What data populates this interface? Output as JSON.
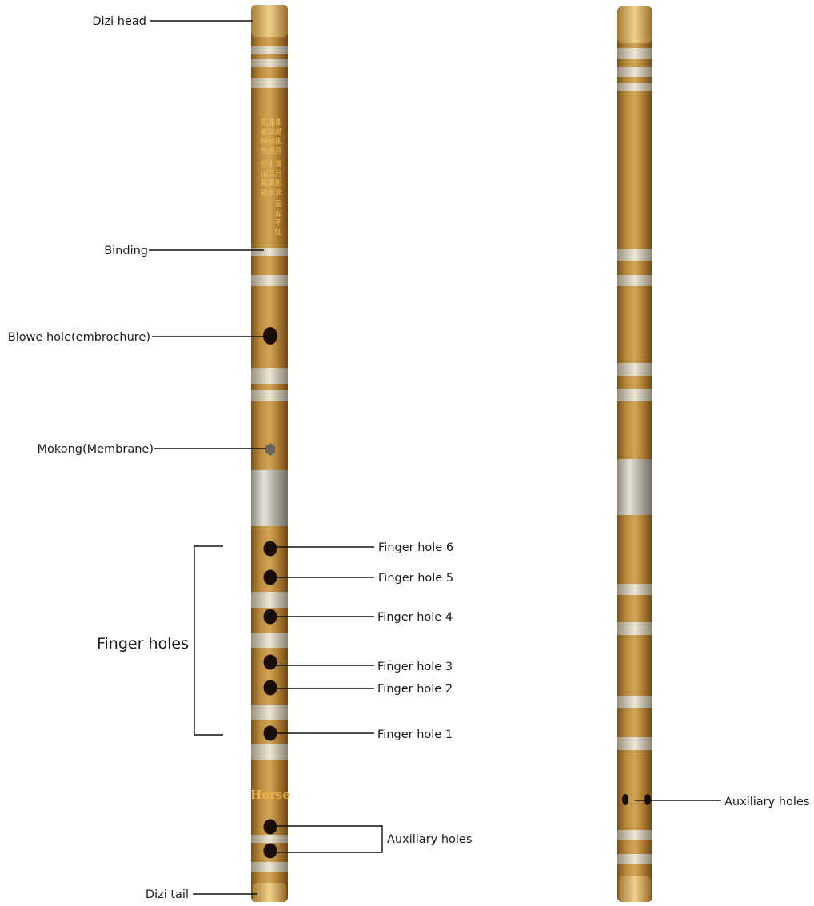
{
  "labels": {
    "dizi_head": "Dizi head",
    "binding": "Binding",
    "blow_hole": "Blowe hole(embrochure)",
    "mokong": "Mokong(Membrane)",
    "finger_holes": "Finger holes",
    "finger_hole_6": "Finger hole 6",
    "finger_hole_5": "Finger hole 5",
    "finger_hole_4": "Finger hole 4",
    "finger_hole_3": "Finger hole 3",
    "finger_hole_2": "Finger hole 2",
    "finger_hole_1": "Finger hole 1",
    "auxiliary_holes_front": "Auxiliary holes",
    "auxiliary_holes_back": "Auxiliary holes",
    "dizi_tail": "Dizi tail"
  },
  "engraving": {
    "brand": "Horse",
    "calligraphy": [
      "東 荷 風 月",
      "浦 花 荷 塘",
      "花 香 柳 色",
      "落 月 影 流",
      "半 江 清 水",
      "空 山 鳥 語",
      "雲 深 不 知"
    ]
  },
  "colors": {
    "bamboo": "#b8893a",
    "bamboo_dark": "#8a5f22",
    "binding": "#d9d4c4",
    "metal": "#c9c6b8",
    "hole": "#1a0d05"
  }
}
